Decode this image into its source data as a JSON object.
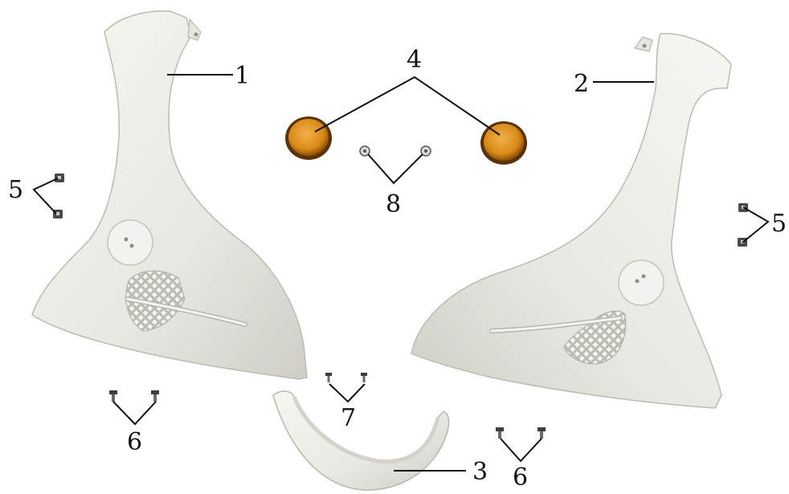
{
  "diagram": {
    "callouts": {
      "c1": "1",
      "c2": "2",
      "c3": "3",
      "c4": "4",
      "c5_left": "5",
      "c5_right": "5",
      "c6_left": "6",
      "c6_right": "6",
      "c7": "7",
      "c8": "8"
    }
  },
  "colors": {
    "panel_fill": "#ecebe6",
    "panel_shade": "#cfcdc6",
    "reflector_amber": "#d98a18",
    "leader_line": "#111111"
  }
}
